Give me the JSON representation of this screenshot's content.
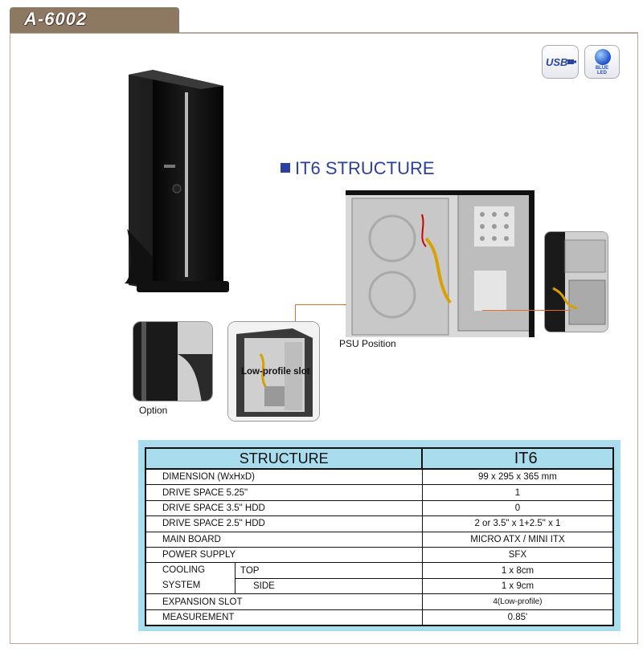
{
  "model": "A-6002",
  "features": {
    "usb_label": "USB",
    "led_label_1": "BLUE",
    "led_label_2": "LED"
  },
  "section_title": "IT6  STRUCTURE",
  "captions": {
    "psu": "PSU Position",
    "slot": "Low-profile slot",
    "option": "Option"
  },
  "spec": {
    "header": [
      "STRUCTURE",
      "IT6"
    ],
    "rows": [
      {
        "label": "DIMENSION (WxHxD)",
        "value": "99 x 295 x 365 mm"
      },
      {
        "label": "DRIVE SPACE 5.25\"",
        "value": "1"
      },
      {
        "label": "DRIVE SPACE 3.5\" HDD",
        "value": "0"
      },
      {
        "label": "DRIVE SPACE 2.5\" HDD",
        "value": "2 or 3.5\" x 1+2.5\" x 1"
      },
      {
        "label": "MAIN BOARD",
        "value": "MICRO ATX / MINI ITX"
      },
      {
        "label": "POWER SUPPLY",
        "value": "SFX"
      }
    ],
    "cooling": {
      "label_1": "COOLING",
      "label_2": "SYSTEM",
      "top_label": "TOP",
      "top_value": "1 x  8cm",
      "side_label": "SIDE",
      "side_value": "1 x 9cm"
    },
    "rows2": [
      {
        "label": "EXPANSION SLOT",
        "value": "4(Low-profile)"
      },
      {
        "label": "MEASUREMENT",
        "value": "0.85'"
      }
    ]
  }
}
